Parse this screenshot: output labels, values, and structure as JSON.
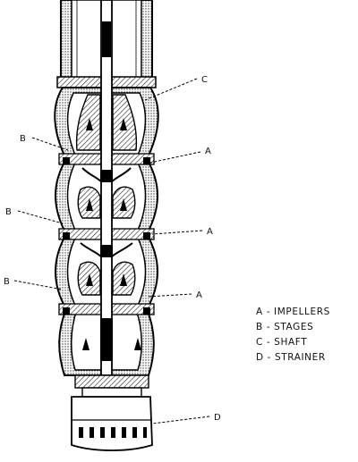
{
  "callouts": {
    "c_top": "C",
    "b_upper": "B",
    "a_upper": "A",
    "b_middle": "B",
    "a_middle": "A",
    "b_lower": "B",
    "a_lower": "A",
    "d_bottom": "D"
  },
  "legend": {
    "items": [
      "A - IMPELLERS",
      "B - STAGES",
      "C - SHAFT",
      "D - STRAINER"
    ]
  }
}
